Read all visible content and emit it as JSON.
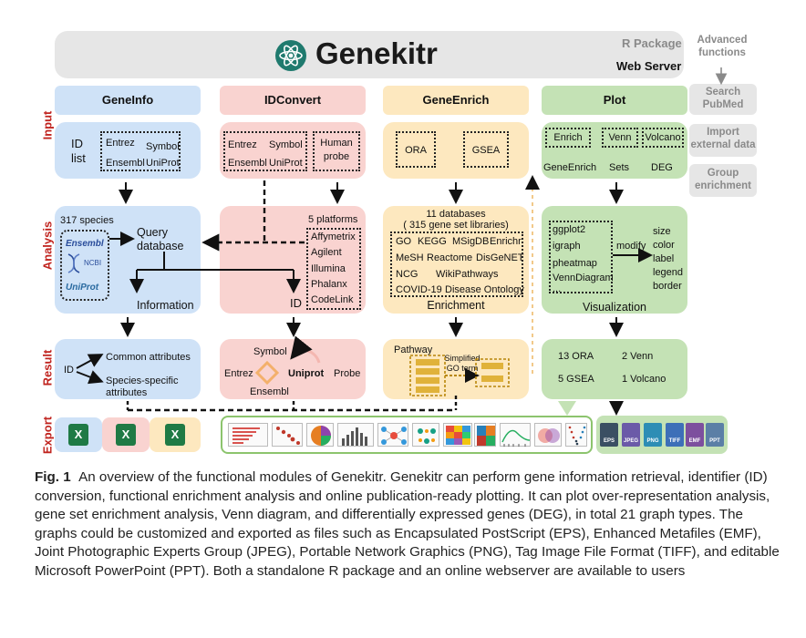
{
  "banner": {
    "title": "Genekitr",
    "r_package": "R Package",
    "web_server": "Web Server"
  },
  "advanced": {
    "title": "Advanced functions",
    "items": [
      "Search PubMed",
      "Import external data",
      "Group enrichment"
    ]
  },
  "rows": [
    "Input",
    "Analysis",
    "Result",
    "Export"
  ],
  "modules": {
    "geneinfo": {
      "header": "GeneInfo",
      "id_list": "ID list",
      "inputs": [
        "Entrez",
        "Symbol",
        "Ensembl",
        "UniProt"
      ],
      "species": "317 species",
      "query": "Query database",
      "logos": [
        "Ensembl",
        "NCBI",
        "UniProt"
      ],
      "information": "Information",
      "result_id": "ID",
      "result_common": "Common attributes",
      "result_species": "Species-specific attributes"
    },
    "idconvert": {
      "header": "IDConvert",
      "inputs": [
        "Entrez",
        "Symbol",
        "Ensembl",
        "UniProt"
      ],
      "human_probe": "Human probe",
      "platforms_title": "5 platforms",
      "platforms": [
        "Affymetrix",
        "Agilent",
        "Illumina",
        "Phalanx",
        "CodeLink"
      ],
      "id_label": "ID",
      "result": {
        "symbol": "Symbol",
        "entrez": "Entrez",
        "uniprot": "Uniprot",
        "probe": "Probe",
        "ensembl": "Ensembl"
      }
    },
    "geneenrich": {
      "header": "GeneEnrich",
      "inputs": [
        "ORA",
        "GSEA"
      ],
      "db_title": "11 databases",
      "db_subtitle": "( 315 gene set libraries)",
      "databases": [
        [
          "GO",
          "KEGG",
          "MSigDB",
          "Enrichr"
        ],
        [
          "MeSH",
          "Reactome",
          "DisGeNET"
        ],
        [
          "NCG",
          "WikiPathways"
        ],
        [
          "COVID-19",
          "Disease Ontology"
        ]
      ],
      "enrichment": "Enrichment",
      "pathway": "Pathway",
      "simplified": "Simplified GO term"
    },
    "plot": {
      "header": "Plot",
      "inputs": [
        "Enrich",
        "Venn",
        "Volcano"
      ],
      "input_labels": [
        "GeneEnrich",
        "Sets",
        "DEG"
      ],
      "tools": [
        "ggplot2",
        "igraph",
        "pheatmap",
        "VennDiagram",
        "..."
      ],
      "modify": "modify",
      "attrs": [
        "size",
        "color",
        "label",
        "legend",
        "border"
      ],
      "visualization": "Visualization",
      "results": [
        "13 ORA",
        "2 Venn",
        "5 GSEA",
        "1 Volcano"
      ]
    }
  },
  "export": {
    "excel_glyph": "X",
    "formats": [
      "EPS",
      "JPEG",
      "PNG",
      "TIFF",
      "EMF",
      "PPT"
    ]
  },
  "caption": {
    "label": "Fig. 1",
    "text": "An overview of the functional modules of Genekitr. Genekitr can perform gene information retrieval, identifier (ID) conversion, functional enrichment analysis and online publication-ready plotting. It can plot over-representation analysis, gene set enrichment analysis, Venn diagram, and differentially expressed genes (DEG), in total 21 graph types. The graphs could be customized and exported as files such as Encapsulated PostScript (EPS), Enhanced Metafiles (EMF), Joint Photographic Experts Group (JPEG), Portable Network Graphics (PNG), Tag Image File Format (TIFF), and editable Microsoft PowerPoint (PPT). Both a standalone R package and an online webserver are available to users"
  },
  "colors": {
    "blue": "#cfe2f7",
    "red": "#f9d3d0",
    "yellow": "#fde8bf",
    "green": "#c4e2b5",
    "row_label": "#c0231e",
    "logo": "#1f7a6e"
  }
}
